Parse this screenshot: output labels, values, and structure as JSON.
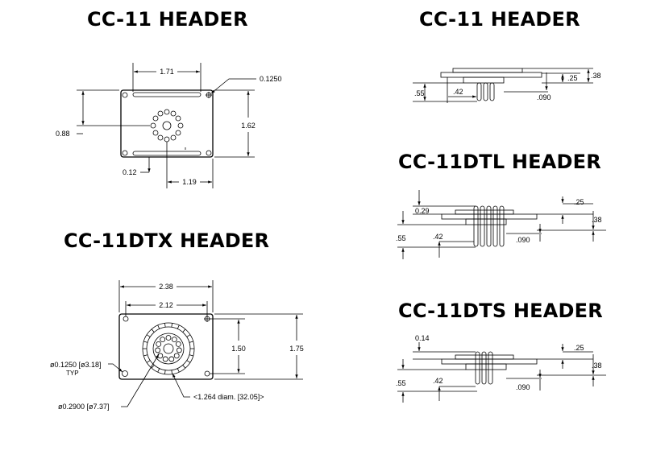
{
  "titles": {
    "cc11_top": "CC-11 HEADER",
    "cc11_side": "CC-11 HEADER",
    "cc11dtx": "CC-11DTX HEADER",
    "cc11dtl": "CC-11DTL HEADER",
    "cc11dts": "CC-11DTS HEADER"
  },
  "cc11_top": {
    "width": "1.71",
    "hole": "0.1250",
    "left_offset": "0.88",
    "height": "1.62",
    "bottom_offset": "0.12",
    "center_offset": "1.19"
  },
  "cc11_side": {
    "d25": ".25",
    "d38": ".38",
    "d55": ".55",
    "d42": ".42",
    "d090": ".090"
  },
  "cc11dtl": {
    "d029": "0.29",
    "d25": ".25",
    "d38": ".38",
    "d55": ".55",
    "d42": ".42",
    "d090": ".090"
  },
  "cc11dts": {
    "d014": "0.14",
    "d25": ".25",
    "d38": ".38",
    "d55": ".55",
    "d42": ".42",
    "d090": ".090"
  },
  "cc11dtx": {
    "outer_width": "2.38",
    "hole_spacing": "2.12",
    "inner_height": "1.50",
    "outer_height": "1.75",
    "hole_dia": "ø0.1250 [ø3.18]",
    "typ": "TYP",
    "pin_dia": "ø0.2900 [ø7.37]",
    "socket_dia": "<1.264 diam. [32.05]>"
  }
}
